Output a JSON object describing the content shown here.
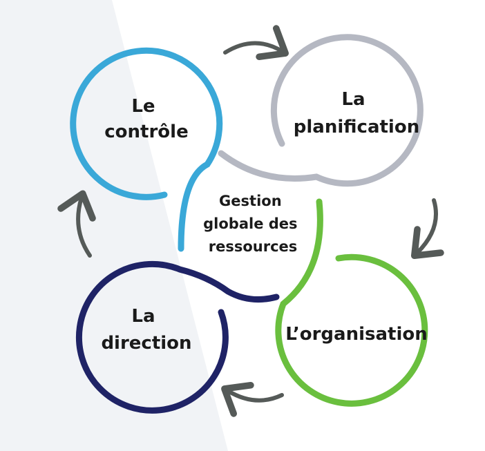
{
  "diagram": {
    "center": {
      "lines": [
        "Gestion",
        "globale des",
        "ressources"
      ]
    },
    "nodes": [
      {
        "id": "controle",
        "lines": [
          "Le",
          "contrôle"
        ],
        "color": "#3aa8d8"
      },
      {
        "id": "planification",
        "lines": [
          "La",
          "planification"
        ],
        "color": "#b5b8c2"
      },
      {
        "id": "organisation",
        "lines": [
          "L’organisation"
        ],
        "color": "#6abf3e"
      },
      {
        "id": "direction",
        "lines": [
          "La",
          "direction"
        ],
        "color": "#1f2366"
      }
    ],
    "arrow_color": "#555a58",
    "background_shade": "#f1f3f6"
  }
}
